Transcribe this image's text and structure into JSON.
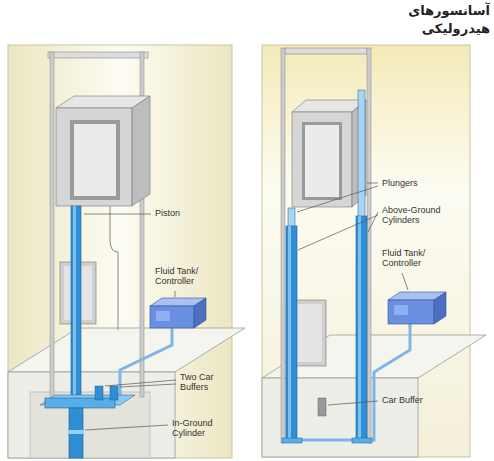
{
  "diagram": {
    "title": "آسانسورهای هیدرولیکی",
    "labels": [
      "Piston",
      "Fluid Tank/ Controller",
      "Two Car Buffers",
      "In-Ground Cylinder",
      "Plungers",
      "Above-Ground Cylinders",
      "Fluid Tank/ Controller",
      "Car Buffer"
    ]
  }
}
